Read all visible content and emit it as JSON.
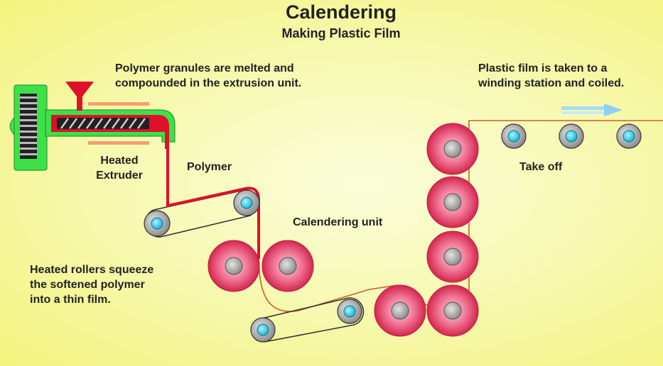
{
  "title": "Calendering",
  "subtitle": "Making Plastic Film",
  "labels": {
    "extrusion_note_line1": "Polymer granules are melted and",
    "extrusion_note_line2": "compounded in the extrusion unit.",
    "winding_note_line1": "Plastic film is taken to a",
    "winding_note_line2": "winding station and coiled.",
    "extruder_line1": "Heated",
    "extruder_line2": "Extruder",
    "polymer": "Polymer",
    "calendering_unit": "Calendering unit",
    "take_off": "Take off",
    "rollers_note_line1": "Heated rollers squeeze",
    "rollers_note_line2": "the softened polymer",
    "rollers_note_line3": "into a thin film."
  },
  "colors": {
    "background": "#f6f7a8",
    "extruder_body": "#3ee04a",
    "polymer_melt": "#e0102a",
    "hopper": "#e0102a",
    "heater_bars": "#f4a070",
    "calender_roll": "#e8486e",
    "guide_roller_center": "#2ec8e0",
    "film": "#c8602a",
    "flow_arrow": "#9ed8f4"
  },
  "icons": {
    "flow_arrow": "right-arrow-icon",
    "drive_gear": "gear-icon",
    "screw": "screw-icon"
  }
}
